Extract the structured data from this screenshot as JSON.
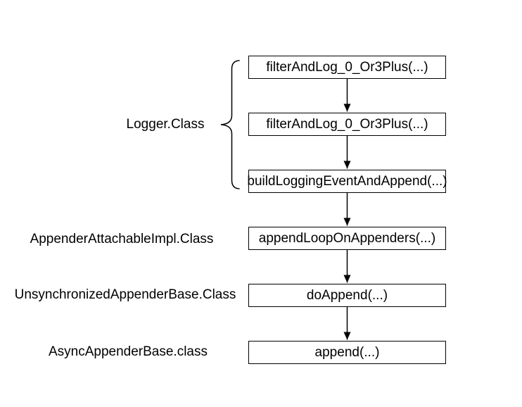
{
  "diagram": {
    "colors": {
      "background": "#ffffff",
      "stroke": "#000000",
      "text": "#000000"
    },
    "left_labels": [
      {
        "label": "Logger.Class"
      },
      {
        "label": "AppenderAttachableImpl.Class"
      },
      {
        "label": "UnsynchronizedAppenderBase.Class"
      },
      {
        "label": "AsyncAppenderBase.class"
      }
    ],
    "call_chain": [
      {
        "label": "filterAndLog_0_Or3Plus(...)"
      },
      {
        "label": "filterAndLog_0_Or3Plus(...)"
      },
      {
        "label": "buildLoggingEventAndAppend(...)"
      },
      {
        "label": "appendLoopOnAppenders(...)"
      },
      {
        "label": "doAppend(...)"
      },
      {
        "label": "append(...)"
      }
    ]
  }
}
